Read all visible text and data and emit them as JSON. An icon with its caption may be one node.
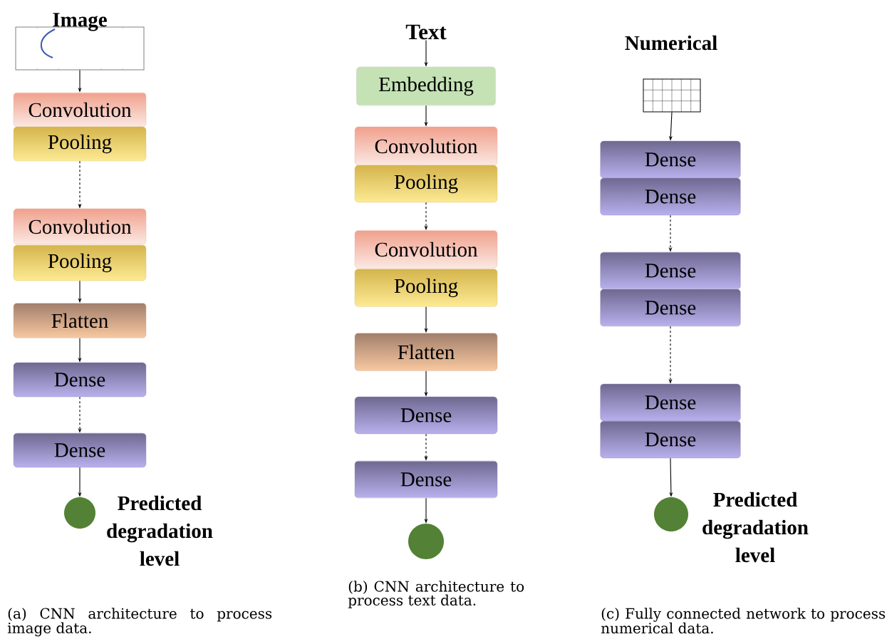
{
  "diagram": {
    "nodes": [
      {
        "text": [],
        "shape": "picture",
        "beside": [
          "Image"
        ]
      },
      {
        "text": [
          "Convolution"
        ]
      },
      {
        "text": [
          "Pooling"
        ]
      },
      {
        "text": [
          "Convolution"
        ]
      },
      {
        "text": [
          "Pooling"
        ]
      },
      {
        "text": [
          "Flatten"
        ]
      },
      {
        "text": [
          "Dense"
        ]
      },
      {
        "text": [
          "Dense"
        ]
      },
      {
        "text": [],
        "shape": "circle",
        "beside": [
          "Predicted degradation level"
        ]
      },
      {
        "text": [
          "Text"
        ]
      },
      {
        "text": [
          "Embedding"
        ]
      },
      {
        "text": [
          "Convolution"
        ]
      },
      {
        "text": [
          "Pooling"
        ]
      },
      {
        "text": [
          "Convolution"
        ]
      },
      {
        "text": [
          "Pooling"
        ]
      },
      {
        "text": [
          "Flatten"
        ]
      },
      {
        "text": [
          "Dense"
        ]
      },
      {
        "text": [
          "Dense"
        ]
      },
      {
        "text": [],
        "shape": "circle"
      },
      {
        "text": [],
        "shape": "grid",
        "beside": [
          "Numerical"
        ]
      },
      {
        "text": [
          "Dense"
        ]
      },
      {
        "text": [
          "Dense"
        ]
      },
      {
        "text": [
          "Dense"
        ]
      },
      {
        "text": [
          "Dense"
        ]
      },
      {
        "text": [
          "Dense"
        ]
      },
      {
        "text": [
          "Dense"
        ]
      },
      {
        "text": [],
        "shape": "circle",
        "beside": [
          "Predicted degradation level"
        ]
      }
    ],
    "edges": [
      {
        "from": 0,
        "to": 1,
        "arrow": "to"
      },
      {
        "from": 2,
        "to": 3,
        "arrow": "to",
        "style": "dashed"
      },
      {
        "from": 4,
        "to": 5,
        "arrow": "to"
      },
      {
        "from": 5,
        "to": 6,
        "arrow": "to"
      },
      {
        "from": 6,
        "to": 7,
        "arrow": "to",
        "style": "dashed"
      },
      {
        "from": 7,
        "to": 8,
        "arrow": "to"
      },
      {
        "from": 9,
        "to": 10,
        "arrow": "to"
      },
      {
        "from": 10,
        "to": 11,
        "arrow": "to"
      },
      {
        "from": 12,
        "to": 13,
        "arrow": "to",
        "style": "dashed"
      },
      {
        "from": 14,
        "to": 15,
        "arrow": "to"
      },
      {
        "from": 15,
        "to": 16,
        "arrow": "to"
      },
      {
        "from": 16,
        "to": 17,
        "arrow": "to",
        "style": "dashed"
      },
      {
        "from": 17,
        "to": 18,
        "arrow": "to"
      },
      {
        "from": 19,
        "to": 20,
        "arrow": "to"
      },
      {
        "from": 21,
        "to": 22,
        "arrow": "to",
        "style": "dashed"
      },
      {
        "from": 23,
        "to": 24,
        "arrow": "to",
        "style": "dashed"
      },
      {
        "from": 25,
        "to": 26,
        "arrow": "to"
      }
    ],
    "labels": [
      "(b) CNN architecture to process text data.",
      "(a) CNN architecture to process image data.",
      "(c) Fully connected network to process numerical data."
    ]
  }
}
